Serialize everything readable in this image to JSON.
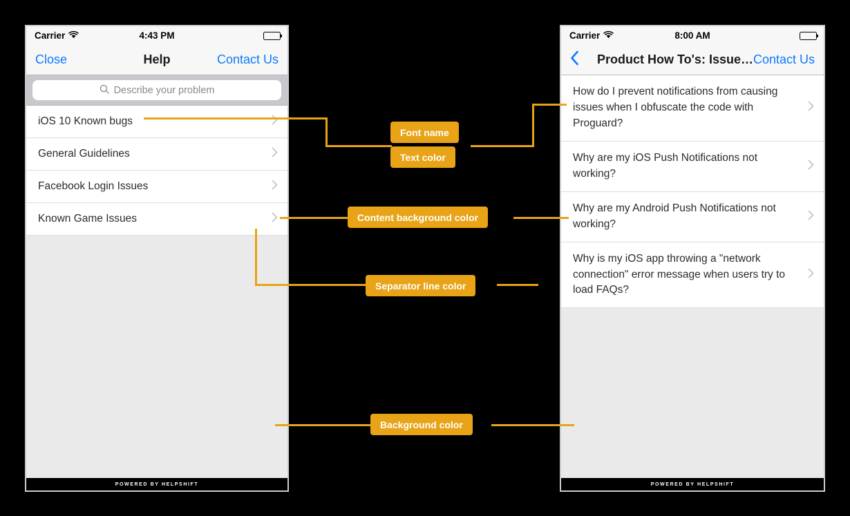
{
  "phones": {
    "left": {
      "status_bar": {
        "carrier": "Carrier",
        "time": "4:43 PM",
        "wifi_icon": "wifi-icon",
        "battery_icon": "battery-icon"
      },
      "nav": {
        "left_button": "Close",
        "title": "Help",
        "right_button": "Contact Us"
      },
      "search": {
        "placeholder": "Describe your problem",
        "icon": "search-icon"
      },
      "list": [
        {
          "label": "iOS 10 Known bugs",
          "accessory": "chevron-right-icon"
        },
        {
          "label": "General Guidelines",
          "accessory": "chevron-right-icon"
        },
        {
          "label": "Facebook Login Issues",
          "accessory": "chevron-right-icon"
        },
        {
          "label": "Known Game Issues",
          "accessory": "chevron-right-icon"
        }
      ],
      "footer": "POWERED BY HELPSHIFT"
    },
    "right": {
      "status_bar": {
        "carrier": "Carrier",
        "time": "8:00 AM",
        "wifi_icon": "wifi-icon",
        "battery_icon": "battery-icon"
      },
      "nav": {
        "back_icon": "chevron-left-icon",
        "title": "Product How To's: Issue…",
        "right_button": "Contact Us"
      },
      "list": [
        {
          "label": "How do I prevent notifications from causing issues when I obfuscate the code with Proguard?",
          "accessory": "chevron-right-icon"
        },
        {
          "label": "Why are my iOS Push Notifications not working?",
          "accessory": "chevron-right-icon"
        },
        {
          "label": "Why are my Android Push Notifications not working?",
          "accessory": "chevron-right-icon"
        },
        {
          "label": "Why is my iOS app throwing a \"network connection\" error message when users try to load FAQs?",
          "accessory": "chevron-right-icon"
        }
      ],
      "footer": "POWERED BY HELPSHIFT"
    }
  },
  "annotations": [
    {
      "id": "font-name",
      "label": "Font name"
    },
    {
      "id": "text-color",
      "label": "Text color"
    },
    {
      "id": "content-bg",
      "label": "Content background color"
    },
    {
      "id": "separator",
      "label": "Separator line color"
    },
    {
      "id": "background",
      "label": "Background color"
    }
  ],
  "colors": {
    "annotation_badge": "#e8a317",
    "connector_line": "#e8a317",
    "page_background": "#000000",
    "content_background": "#ffffff",
    "app_background": "#eaeaea",
    "separator_line": "#dcdcde",
    "tint_blue": "#0b7bff",
    "text_primary": "#2b2b2b"
  }
}
